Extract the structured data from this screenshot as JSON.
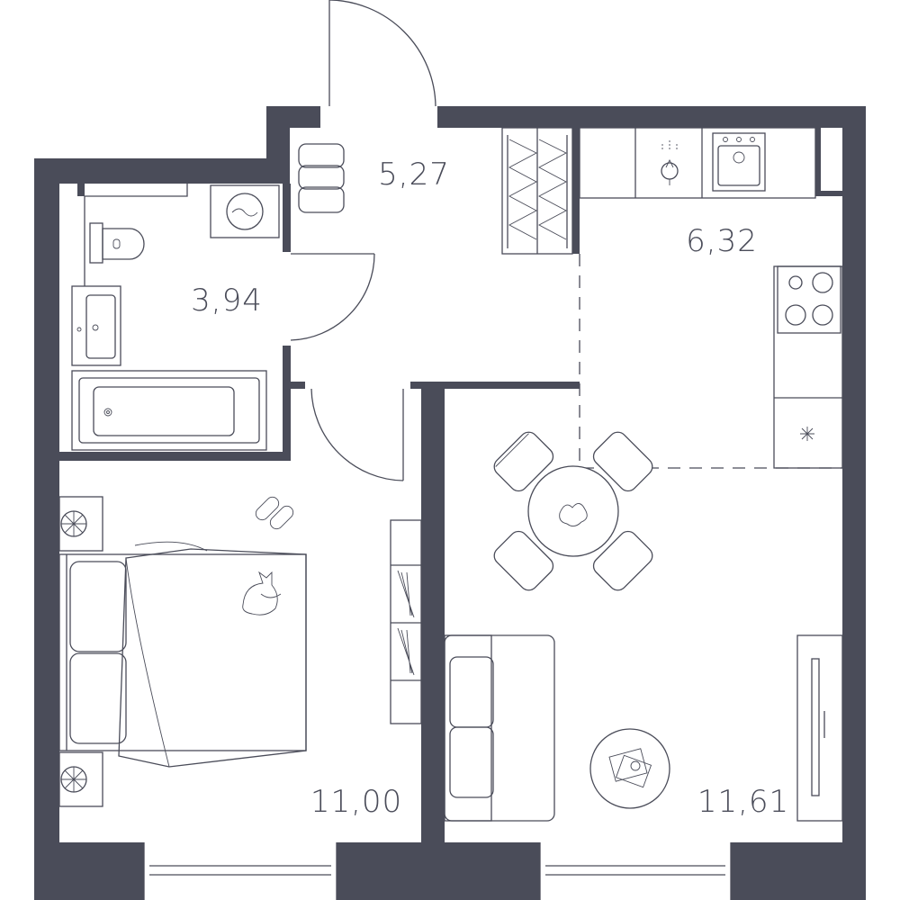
{
  "plan": {
    "colors": {
      "wall": "#4a4c59",
      "line": "#4a4c59",
      "background": "#ffffff"
    },
    "rooms": [
      {
        "id": "hallway",
        "area": "5,27"
      },
      {
        "id": "bathroom",
        "area": "3,94"
      },
      {
        "id": "kitchen",
        "area": "6,32"
      },
      {
        "id": "bedroom",
        "area": "11,00"
      },
      {
        "id": "living-room",
        "area": "11,61"
      }
    ]
  }
}
